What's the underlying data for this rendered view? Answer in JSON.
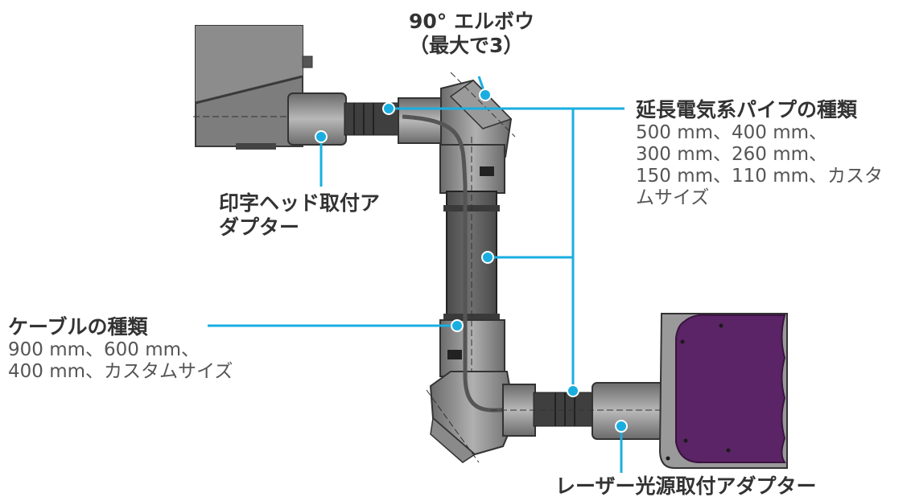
{
  "labels": {
    "elbow": {
      "title": "90° エルボウ\n（最大で3）"
    },
    "extension": {
      "title": "延長電気系パイプの種類",
      "detail": "500 mm、400 mm、\n300 mm、260 mm、\n150 mm、110 mm、カスタ\nムサイズ"
    },
    "printhead_adapter": {
      "title": "印字ヘッド取付ア\nダプター"
    },
    "cable": {
      "title": "ケーブルの種類",
      "detail": "900 mm、600 mm、\n400 mm、カスタムサイズ"
    },
    "laser_adapter": {
      "title": "レーザー光源取付アダプター"
    }
  },
  "colors": {
    "callout": "#1aaee0",
    "laser_body": "#5b2466",
    "metal_dark": "#555555",
    "metal_mid": "#8a8a8a",
    "metal_light": "#b5b5b5",
    "text": "#333333"
  }
}
